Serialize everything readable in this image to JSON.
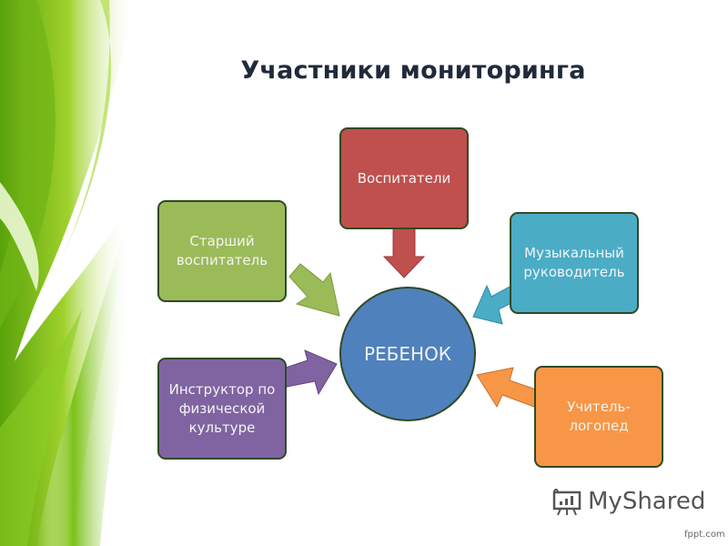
{
  "slide": {
    "title": "Участники мониторинга",
    "center": {
      "label": "РЕБЕНОК",
      "color": "#4f81bd"
    },
    "participants": [
      {
        "label": "Воспитатели",
        "color": "#c0504d",
        "position": "top"
      },
      {
        "label": "Старший воспитатель",
        "color": "#9bbb59",
        "position": "upper-left"
      },
      {
        "label": "Музыкальный руководитель",
        "color": "#4bacc6",
        "position": "upper-right"
      },
      {
        "label": "Инструктор по физической культуре",
        "color": "#8064a2",
        "position": "lower-left"
      },
      {
        "label": "Учитель-логопед",
        "color": "#f79646",
        "position": "lower-right"
      }
    ]
  },
  "watermark": {
    "brand": "MyShared",
    "site": "fppt.com"
  }
}
